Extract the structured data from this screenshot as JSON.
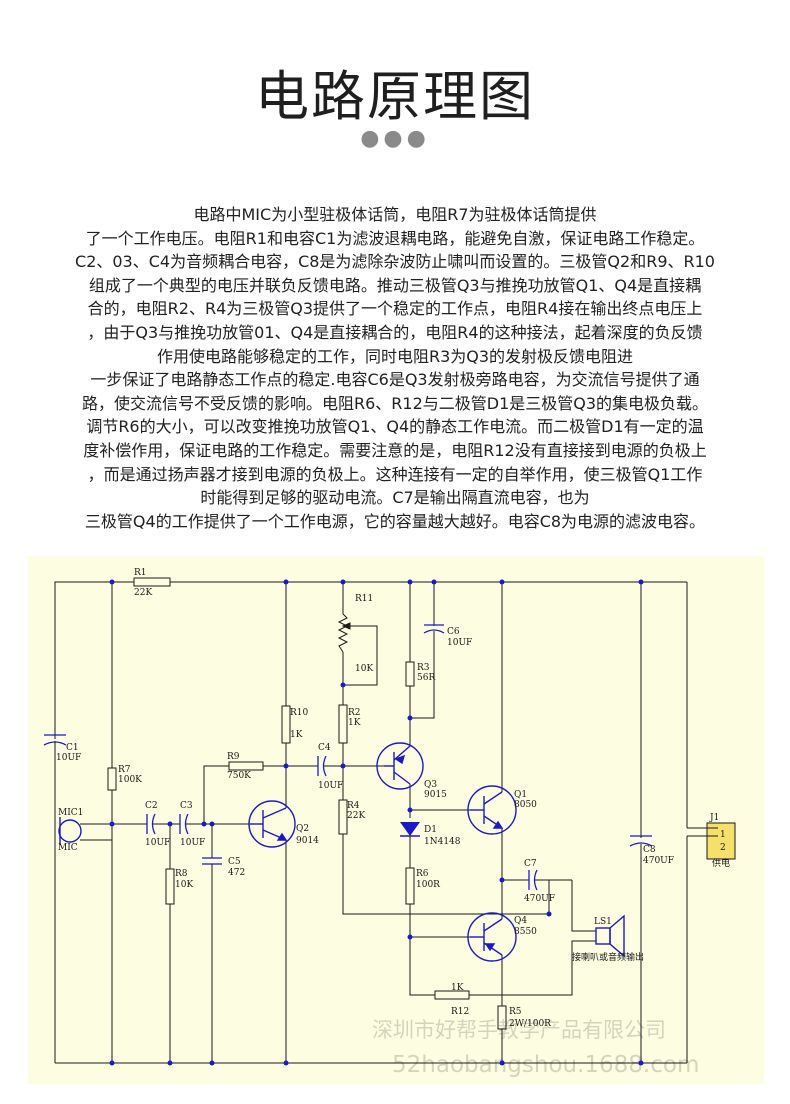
{
  "page": {
    "title": "电路原理图",
    "dots": "●●●",
    "description": [
      "电路中MIC为小型驻极体话筒，电阻R7为驻极体话筒提供",
      "了一个工作电压。电阻R1和电容C1为滤波退耦电路，能避免自激，保证电路工作稳定。",
      "C2、03、C4为音频耦合电容，C8是为滤除杂波防止啸叫而设置的。三极管Q2和R9、R10",
      "组成了一个典型的电压并联负反馈电路。推动三极管Q3与推挽功放管Q1、Q4是直接耦",
      "合的，电阻R2、R4为三极管Q3提供了一个稳定的工作点，电阻R4接在输出终点电压上",
      "，由于Q3与推挽功放管01、Q4是直接耦合的，电阻R4的这种接法，起着深度的负反馈",
      "作用使电路能够稳定的工作，同时电阻R3为Q3的发射极反馈电阻进",
      "一步保证了电路静态工作点的稳定.电容C6是Q3发射极旁路电容，为交流信号提供了通",
      "路，使交流信号不受反馈的影响。电阻R6、R12与二极管D1是三极管Q3的集电极负载。",
      "调节R6的大小，可以改变推挽功放管Q1、Q4的静态工作电流。而二极管D1有一定的温",
      "度补偿作用，保证电路的工作稳定。需要注意的是，电阻R12没有直接接到电源的负极上",
      "，而是通过扬声器才接到电源的负极上。这种连接有一定的自举作用，使三极管Q1工作",
      "时能得到足够的驱动电流。C7是输出隔直流电容，也为",
      "三极管Q4的工作提供了一个工作电源，它的容量越大越好。电容C8为电源的滤波电容。"
    ]
  },
  "schematic": {
    "background": "#fdfde2",
    "wire_color": "#1b1b1b",
    "symbol_color": "#1b1ac8",
    "labels": {
      "r1": "R1",
      "r1_val": "22K",
      "r11": "R11",
      "r11_val": "10K",
      "c6": "C6",
      "c6_val": "10UF",
      "r3": "R3",
      "r3_val": "56R",
      "r10": "R10",
      "r10_val": "1K",
      "r2": "R2",
      "r2_val": "1K",
      "c1": "C1",
      "c1_val": "10UF",
      "r9": "R9",
      "r9_val": "750K",
      "c4": "C4",
      "c4_val": "10UF",
      "q3": "Q3",
      "q3_val": "9015",
      "q1": "Q1",
      "q1_val": "8050",
      "r7": "R7",
      "r7_val": "100K",
      "mic1": "MIC1",
      "mic": "MIC",
      "c2": "C2",
      "c2_val": "10UF",
      "c3": "C3",
      "c3_val": "10UF",
      "q2": "Q2",
      "q2_val": "9014",
      "r4": "R4",
      "r4_val": "22K",
      "d1": "D1",
      "d1_val": "1N4148",
      "c5": "C5",
      "c5_val": "472",
      "r8": "R8",
      "r8_val": "10K",
      "r6": "R6",
      "r6_val": "100R",
      "c7": "C7",
      "c7_val": "470UF",
      "c8": "C8",
      "c8_val": "470UF",
      "j1": "J1",
      "j1_pin1": "1",
      "j1_pin2": "2",
      "power": "供电",
      "q4": "Q4",
      "q4_val": "8550",
      "ls1": "LS1",
      "speaker_note": "接喇叭或音频输出",
      "r12": "R12",
      "r12_val": "1K",
      "r5": "R5",
      "r5_val": "2W/100R"
    }
  },
  "watermark": {
    "line1": "深圳市好帮手教学产品有限公司",
    "line2": "52haobangshou.1688.com"
  }
}
